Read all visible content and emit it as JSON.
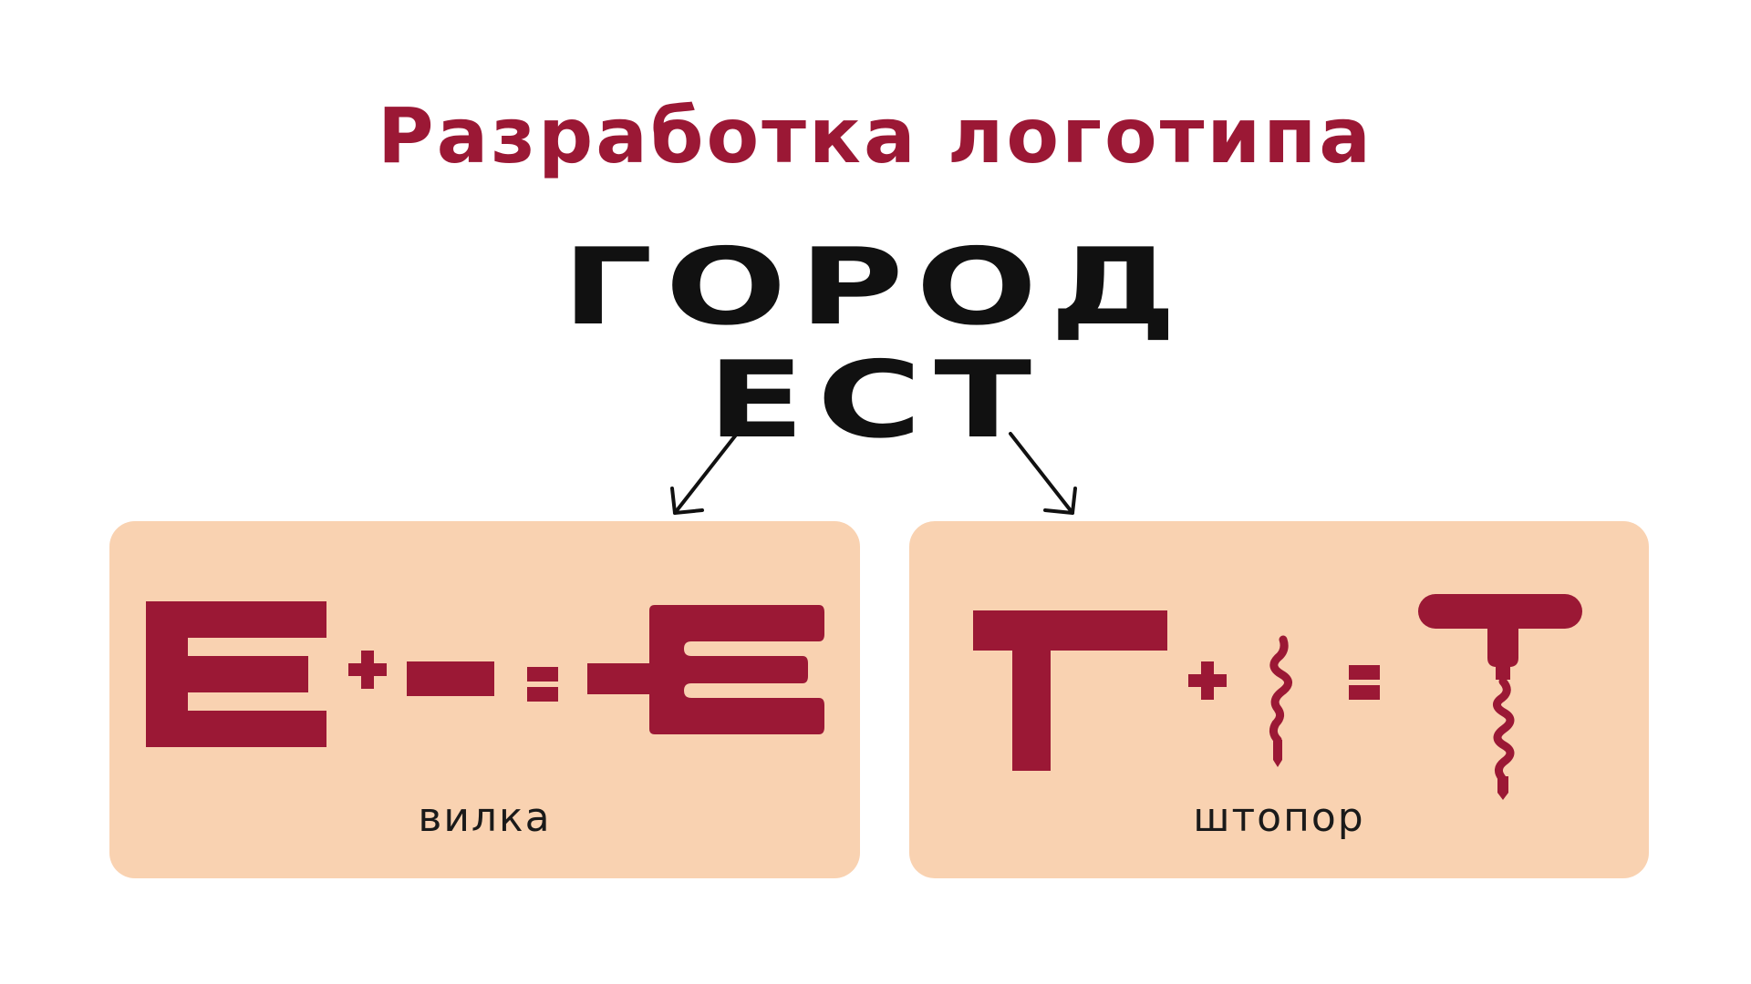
{
  "colors": {
    "accent": "#9B1835",
    "card_bg": "#F9D2B1",
    "text": "#111111",
    "background": "#FFFFFF"
  },
  "title": "Разработка логотипа",
  "brand": {
    "line1": "ГОРОД",
    "line2": "ЕСТ"
  },
  "cards": [
    {
      "caption": "вилка",
      "equation": [
        "E-glyph",
        "plus",
        "minus",
        "equals",
        "fork-E-icon"
      ]
    },
    {
      "caption": "штопор",
      "equation": [
        "T-glyph",
        "plus",
        "corkscrew-spiral",
        "equals",
        "corkscrew-T-icon"
      ]
    }
  ]
}
